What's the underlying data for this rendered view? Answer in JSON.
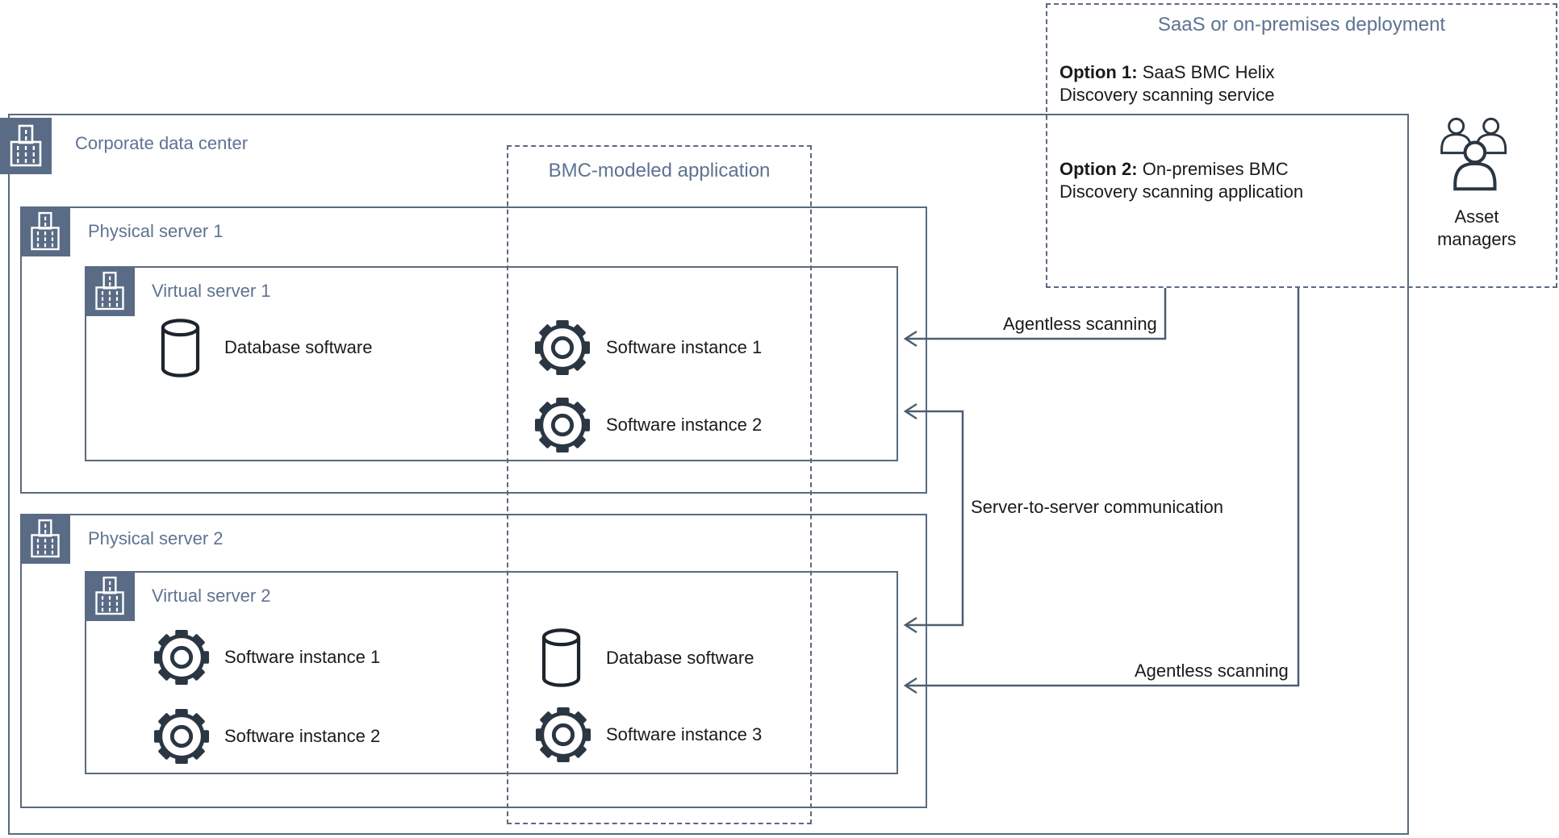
{
  "colors": {
    "slate_fill": "#5a6b85",
    "border": "#5a6a7e",
    "heading_text": "#5e7391",
    "line": "#4e5d70",
    "text": "#1a1a1a",
    "icon_ink": "#2b3643",
    "db_ink": "#1d242c"
  },
  "saas_box": {
    "title": "SaaS or on-premises deployment",
    "option1": {
      "label": "Option 1:",
      "text": "SaaS BMC Helix",
      "line2": "Discovery scanning service"
    },
    "option2": {
      "label": "Option 2:",
      "text": "On-premises BMC",
      "line2": "Discovery scanning application"
    }
  },
  "asset_managers": {
    "line1": "Asset",
    "line2": "managers"
  },
  "corporate": {
    "label": "Corporate data center"
  },
  "bmc_app": {
    "title": "BMC-modeled application"
  },
  "physical_server_1": {
    "label": "Physical server 1"
  },
  "virtual_server_1": {
    "label": "Virtual server 1",
    "items": [
      {
        "icon": "database-icon",
        "label": "Database software"
      },
      {
        "icon": "gear-icon",
        "label": "Software instance 1"
      },
      {
        "icon": "gear-icon",
        "label": "Software instance 2"
      }
    ]
  },
  "physical_server_2": {
    "label": "Physical server 2"
  },
  "virtual_server_2": {
    "label": "Virtual server 2",
    "items": [
      {
        "icon": "gear-icon",
        "label": "Software instance 1"
      },
      {
        "icon": "database-icon",
        "label": "Database software"
      },
      {
        "icon": "gear-icon",
        "label": "Software instance 2"
      },
      {
        "icon": "gear-icon",
        "label": "Software instance 3"
      }
    ]
  },
  "arrows": {
    "agentless_top": "Agentless scanning",
    "server_to_server": "Server-to-server communication",
    "agentless_bottom": "Agentless scanning"
  }
}
